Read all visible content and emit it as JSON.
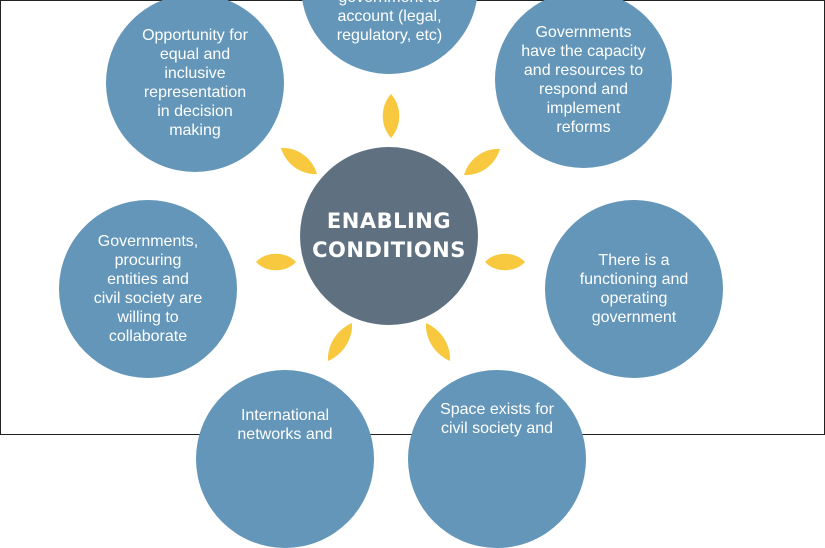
{
  "center": {
    "label": "ENABLING\nCONDITIONS"
  },
  "conditions": [
    {
      "id": "accountability",
      "text": "government to\naccount (legal,\nregulatory, etc)"
    },
    {
      "id": "capacity",
      "text": "Governments\nhave the capacity\nand resources to\nrespond and\nimplement\nreforms"
    },
    {
      "id": "functioning",
      "text": "There is a\nfunctioning and\noperating\ngovernment"
    },
    {
      "id": "civil-space",
      "text": "Space exists for\ncivil society and"
    },
    {
      "id": "networks",
      "text": "International\nnetworks and"
    },
    {
      "id": "collaboration",
      "text": "Governments,\nprocuring\nentities and\ncivil society are\nwilling to\ncollaborate"
    },
    {
      "id": "representation",
      "text": "Opportunity for\nequal and\ninclusive\nrepresentation\nin decision\nmaking"
    }
  ],
  "colors": {
    "circle": "#6396b8",
    "center": "#5f7180",
    "petal": "#f8c93e"
  }
}
